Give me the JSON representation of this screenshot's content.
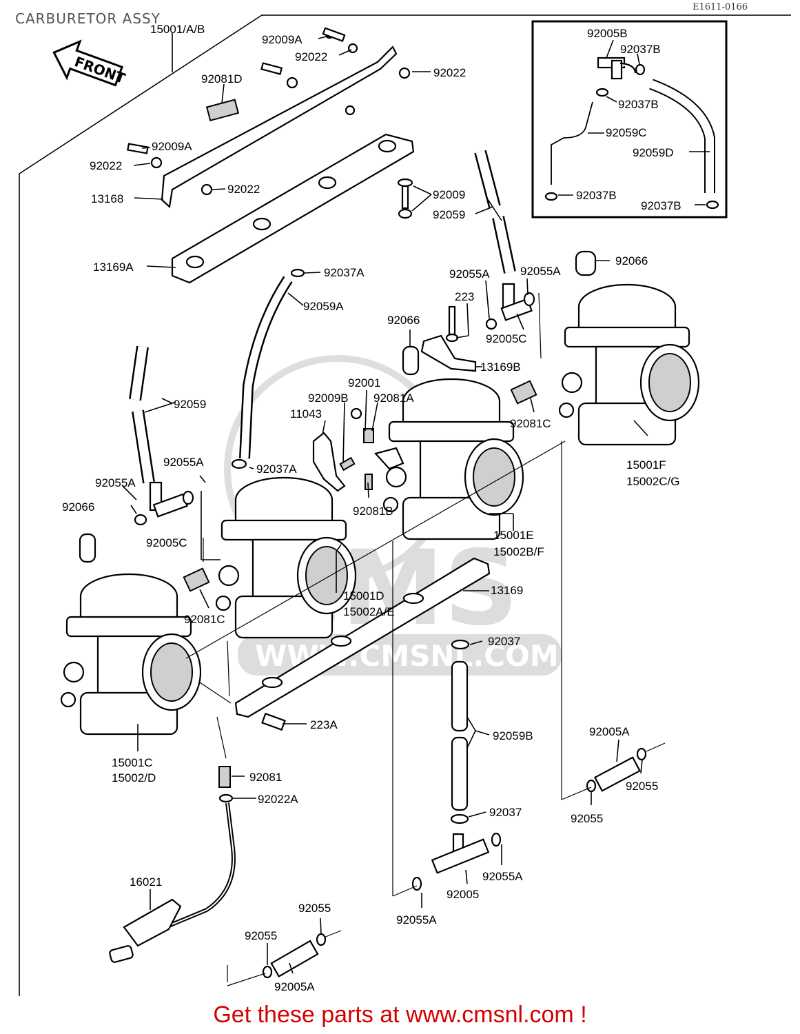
{
  "header": {
    "title": "CARBURETOR ASSY",
    "diagram_code": "E1611-0166"
  },
  "front_arrow": {
    "label": "FRONT"
  },
  "watermark": {
    "brand": "CMS",
    "url": "WWW.CMSNL.COM"
  },
  "callouts": {
    "c15001AB": "15001/A/B",
    "c92009A_1": "92009A",
    "c92022_1": "92022",
    "c92022_2": "92022",
    "c92081D": "92081D",
    "c92009A_2": "92009A",
    "c92022_3": "92022",
    "c13168": "13168",
    "c92022_4": "92022",
    "c92009": "92009",
    "c92059_1": "92059",
    "c13169A": "13169A",
    "c92037A_1": "92037A",
    "c92059A": "92059A",
    "c92055A_1": "92055A",
    "c92055A_2": "92055A",
    "c92066_1": "92066",
    "c223": "223",
    "c92066_2": "92066",
    "c92005C_1": "92005C",
    "c13169B": "13169B",
    "c92001": "92001",
    "c92009B": "92009B",
    "c92081A": "92081A",
    "c11043": "11043",
    "c92059_2": "92059",
    "c92081C_1": "92081C",
    "c92055A_3": "92055A",
    "c92037A_2": "92037A",
    "c92055A_4": "92055A",
    "c92066_3": "92066",
    "c92081B": "92081B",
    "c15001F": "15001F",
    "c15002CG": "15002C/G",
    "c92005C_2": "92005C",
    "c15001E": "15001E",
    "c15002BF": "15002B/F",
    "c13169": "13169",
    "c15001D": "15001D",
    "c15002AE": "15002A/E",
    "c92081C_2": "92081C",
    "c92037_1": "92037",
    "c223A": "223A",
    "c92059B": "92059B",
    "c92005A_1": "92005A",
    "c15001C": "15001C",
    "c15002D": "15002/D",
    "c92081": "92081",
    "c92022A": "92022A",
    "c92055_1": "92055",
    "c92055_2": "92055",
    "c92037_2": "92037",
    "c92055A_5": "92055A",
    "c92005": "92005",
    "c16021": "16021",
    "c92055A_6": "92055A",
    "c92055_3": "92055",
    "c92055_4": "92055",
    "c92005A_2": "92005A"
  },
  "inset": {
    "c92005B": "92005B",
    "c92037B_1": "92037B",
    "c92037B_2": "92037B",
    "c92059C": "92059C",
    "c92059D": "92059D",
    "c92037B_3": "92037B",
    "c92037B_4": "92037B"
  },
  "footer": {
    "text": "Get these parts at www.cmsnl.com !"
  }
}
